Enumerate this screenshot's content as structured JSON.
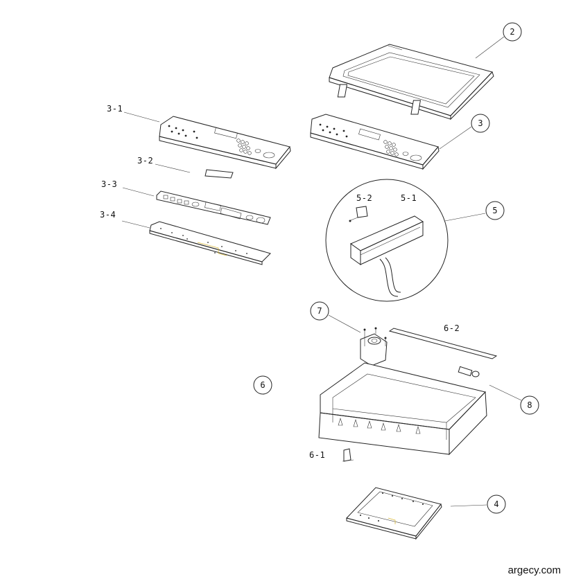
{
  "diagram": {
    "part_labels": {
      "p3_1": "3-1",
      "p3_2": "3-2",
      "p3_3": "3-3",
      "p3_4": "3-4",
      "p5_1": "5-1",
      "p5_2": "5-2",
      "p6_1": "6-1",
      "p6_2": "6-2"
    },
    "callouts": {
      "c2": "2",
      "c3": "3",
      "c4": "4",
      "c5": "5",
      "c6": "6",
      "c7": "7",
      "c8": "8"
    }
  },
  "watermark": "argecy.com"
}
